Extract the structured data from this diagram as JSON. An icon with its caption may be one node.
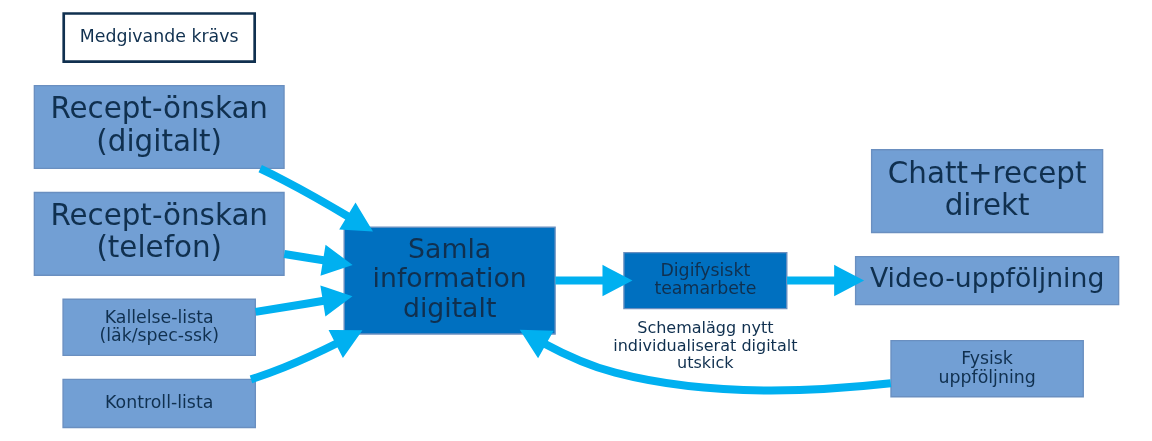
{
  "diagram": {
    "nodes": [
      {
        "text": [
          "Recept-önskan (digitalt)"
        ]
      },
      {
        "text": [
          "Recept-önskan (telefon)"
        ]
      },
      {
        "text": [
          "Kallelse-lista (läk/spec-ssk)"
        ]
      },
      {
        "text": [
          "Kontroll-lista"
        ]
      },
      {
        "text": [
          "Samla information digitalt"
        ]
      },
      {
        "text": [
          "Digifysiskt teamarbete"
        ]
      },
      {
        "text": [
          "Chatt+recept direkt"
        ]
      },
      {
        "text": [
          "Video-uppföljning"
        ]
      },
      {
        "text": [
          "Fysisk uppföljning"
        ]
      },
      {
        "text": [
          "Medgivande krävs"
        ]
      }
    ],
    "edges": [
      {
        "from": 0,
        "to": 4,
        "arrow": "to"
      },
      {
        "from": 1,
        "to": 4,
        "arrow": "to"
      },
      {
        "from": 2,
        "to": 4,
        "arrow": "to"
      },
      {
        "from": 3,
        "to": 4,
        "arrow": "to"
      },
      {
        "from": 4,
        "to": 5,
        "arrow": "to"
      },
      {
        "from": 5,
        "to": 7,
        "arrow": "to"
      },
      {
        "from": 8,
        "to": 4,
        "arrow": "to",
        "label": "Schemalägg nytt individualiserat digitalt utskick"
      }
    ]
  }
}
